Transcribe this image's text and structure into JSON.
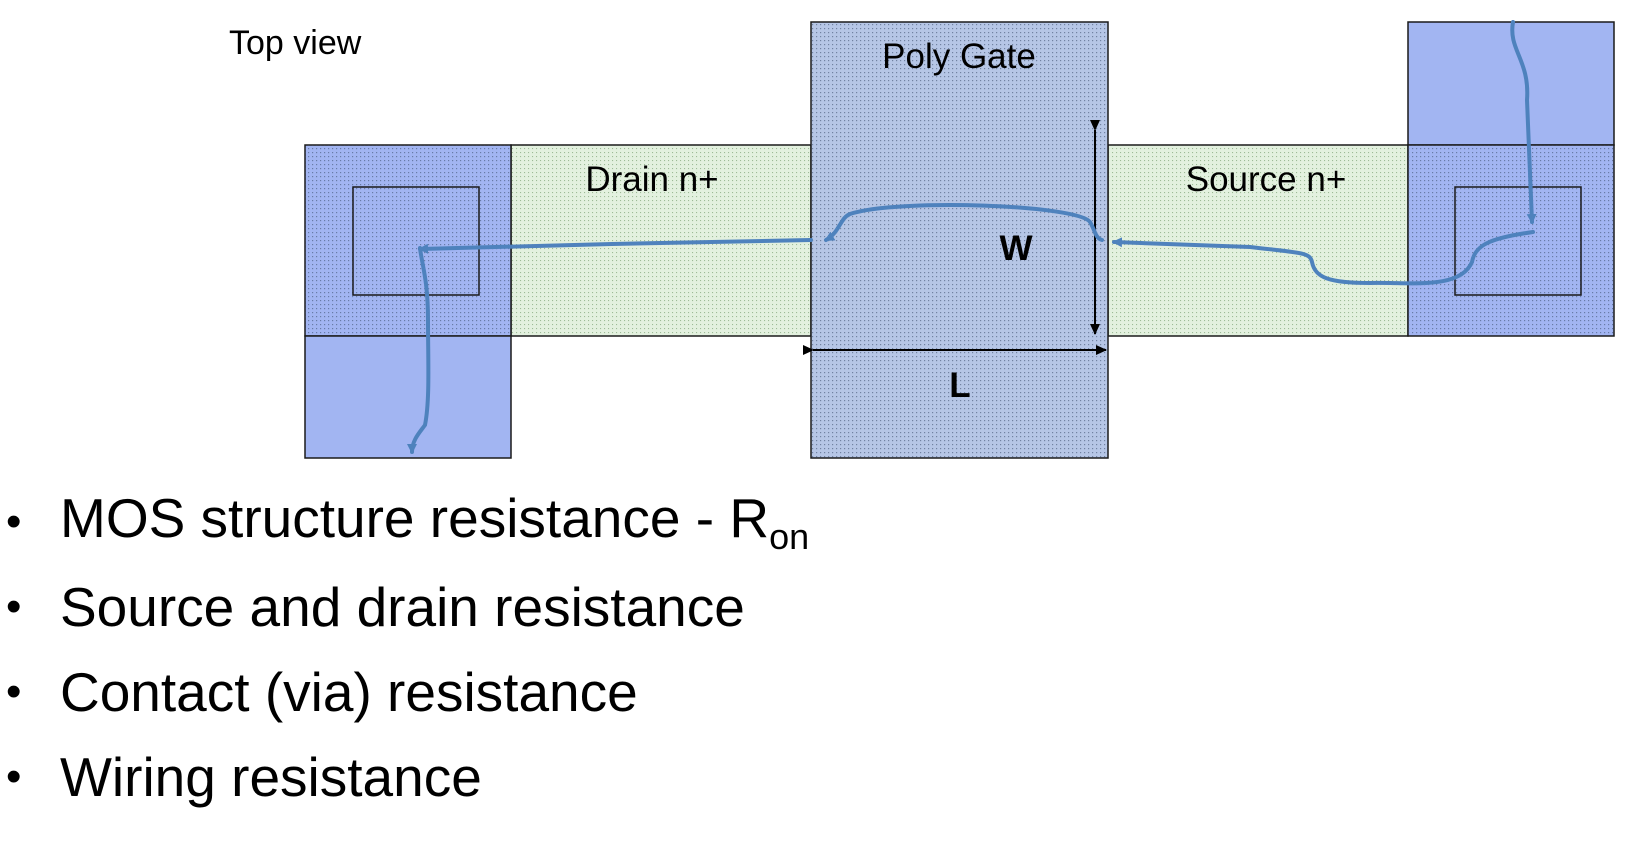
{
  "diagram": {
    "view_label": "Top view",
    "gate_label": "Poly Gate",
    "drain_label": "Drain n+",
    "source_label": "Source n+",
    "width_label": "W",
    "length_label": "L",
    "colors": {
      "metal": "#a2b5f2",
      "diffusion": "#e3f1df",
      "poly": "#b6c6e6",
      "current_path": "#4e82bd",
      "outline": "#1a1a1a"
    }
  },
  "bullets": [
    {
      "text": "MOS structure resistance - R",
      "subscript": "on"
    },
    {
      "text": "Source and drain resistance",
      "subscript": ""
    },
    {
      "text": "Contact (via) resistance",
      "subscript": ""
    },
    {
      "text": "Wiring resistance",
      "subscript": ""
    }
  ]
}
